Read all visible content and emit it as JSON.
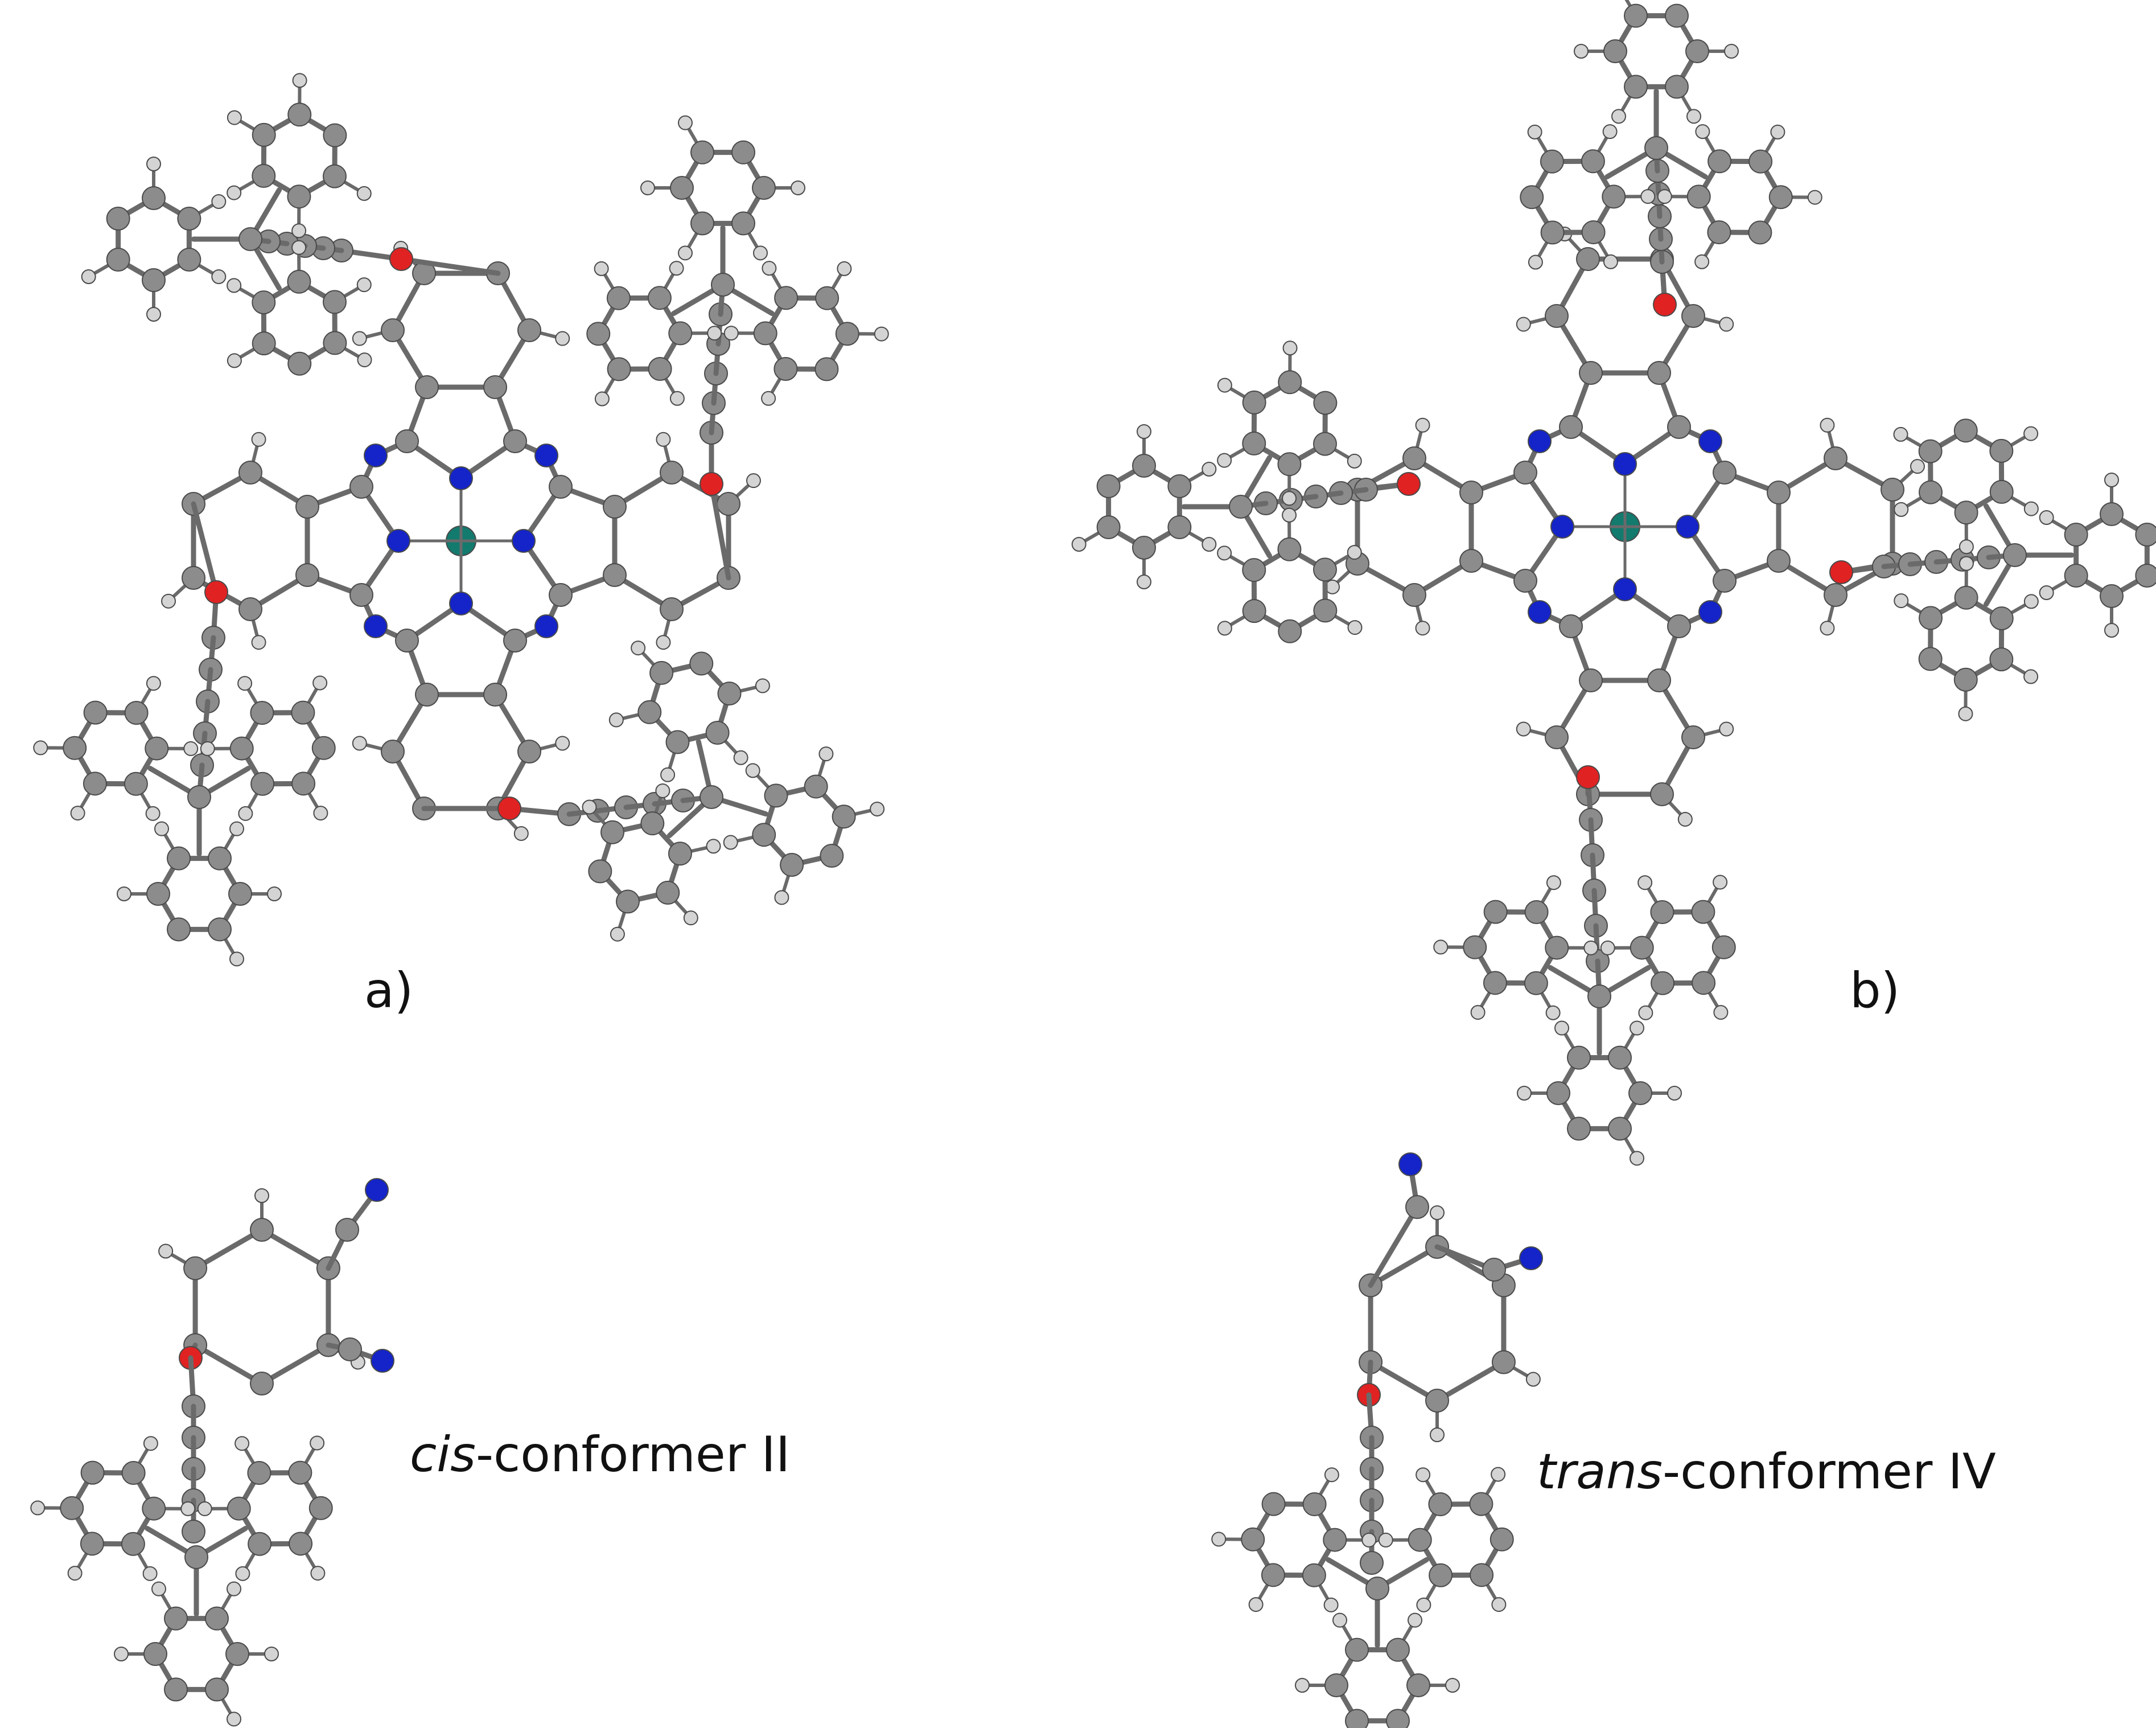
{
  "figure": {
    "panel_labels": {
      "a": "a)",
      "b": "b)"
    },
    "conformers": [
      {
        "prefix": "cis",
        "suffix": "-conformer II"
      },
      {
        "prefix": "trans",
        "suffix": "-conformer IV"
      }
    ],
    "colors": {
      "carbon": "#8c8c8c",
      "hydrogen": "#d4d4d4",
      "nitrogen": "#1424c8",
      "oxygen": "#e02222",
      "metal": "#137a6e",
      "bond": "#6a6a6a"
    }
  }
}
